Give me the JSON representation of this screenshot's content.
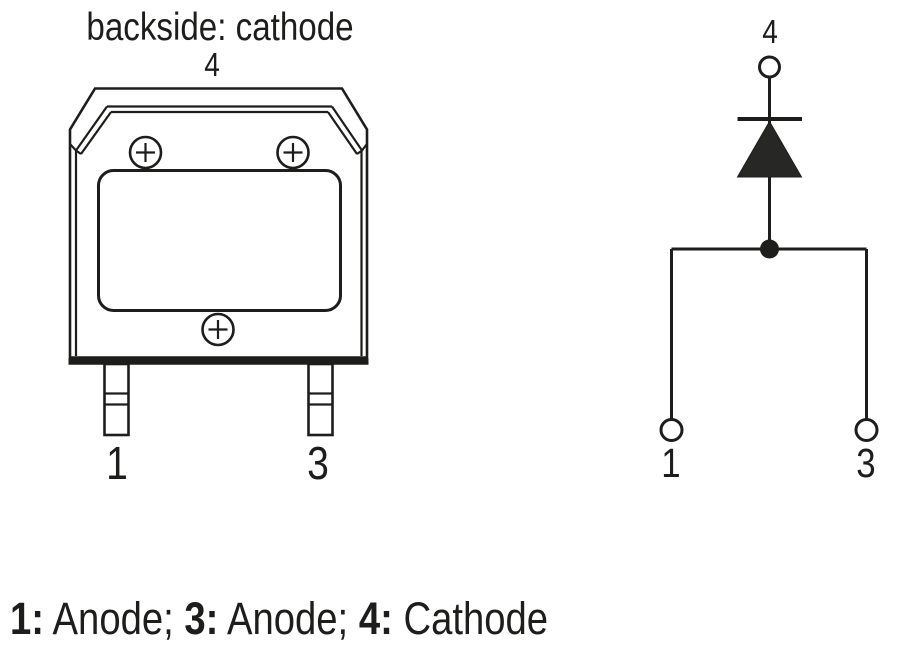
{
  "package_view": {
    "backside_label": "backside: cathode",
    "pin4_label": "4",
    "pin1_label": "1",
    "pin3_label": "3"
  },
  "schematic": {
    "pin4_label": "4",
    "pin1_label": "1",
    "pin3_label": "3"
  },
  "legend": {
    "entries": [
      {
        "pin": "1:",
        "name": "Anode;"
      },
      {
        "pin": "3:",
        "name": "Anode;"
      },
      {
        "pin": "4:",
        "name": "Cathode"
      }
    ]
  },
  "colors": {
    "line": "#1d1d1b",
    "triangle_fill": "#272726",
    "background": "#ffffff"
  }
}
